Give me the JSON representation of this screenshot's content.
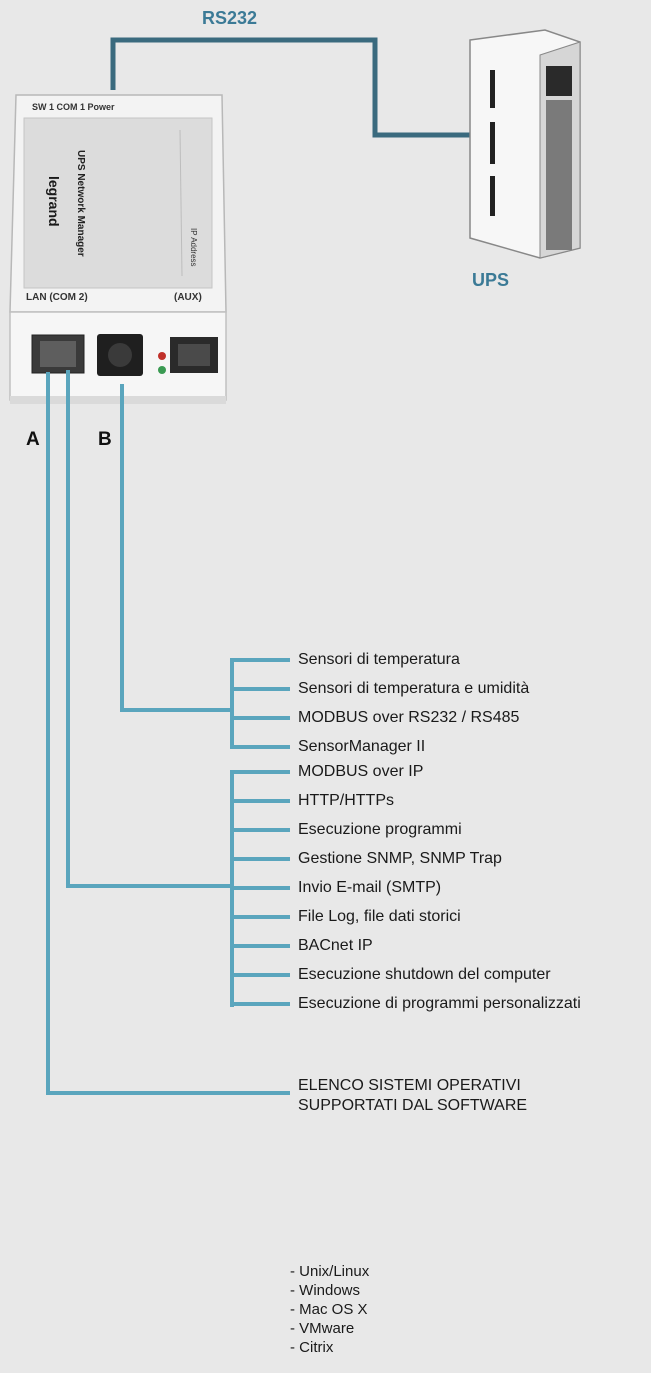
{
  "labels": {
    "rs232": "RS232",
    "ups": "UPS",
    "port_a": "A",
    "port_b": "B"
  },
  "device": {
    "top_ports": "SW 1   COM 1   Power",
    "brand": "legrand",
    "product": "UPS Network Manager",
    "ip_address": "IP Address",
    "bottom_ports": "LAN (COM 2)",
    "aux": "(AUX)"
  },
  "group_b": {
    "items": [
      "Sensori di temperatura",
      "Sensori di temperatura e umidità",
      "MODBUS over RS232 / RS485",
      "SensorManager II"
    ]
  },
  "group_lan": {
    "items": [
      "MODBUS over IP",
      "HTTP/HTTPs",
      "Esecuzione programmi",
      "Gestione SNMP, SNMP Trap",
      "Invio E-mail (SMTP)",
      "File Log, file dati storici",
      "BACnet IP",
      "Esecuzione shutdown del computer",
      "Esecuzione di programmi personalizzati"
    ]
  },
  "os_section": {
    "title_line1": "ELENCO SISTEMI OPERATIVI",
    "title_line2": "SUPPORTATI DAL SOFTWARE",
    "items": [
      "- Unix/Linux",
      "- Windows",
      "- Mac OS X",
      "- VMware",
      "- Citrix"
    ]
  },
  "colors": {
    "background": "#e8e8e8",
    "connector": "#5aa5bd",
    "cable": "#3a6a7e",
    "heading": "#3b7a96"
  }
}
